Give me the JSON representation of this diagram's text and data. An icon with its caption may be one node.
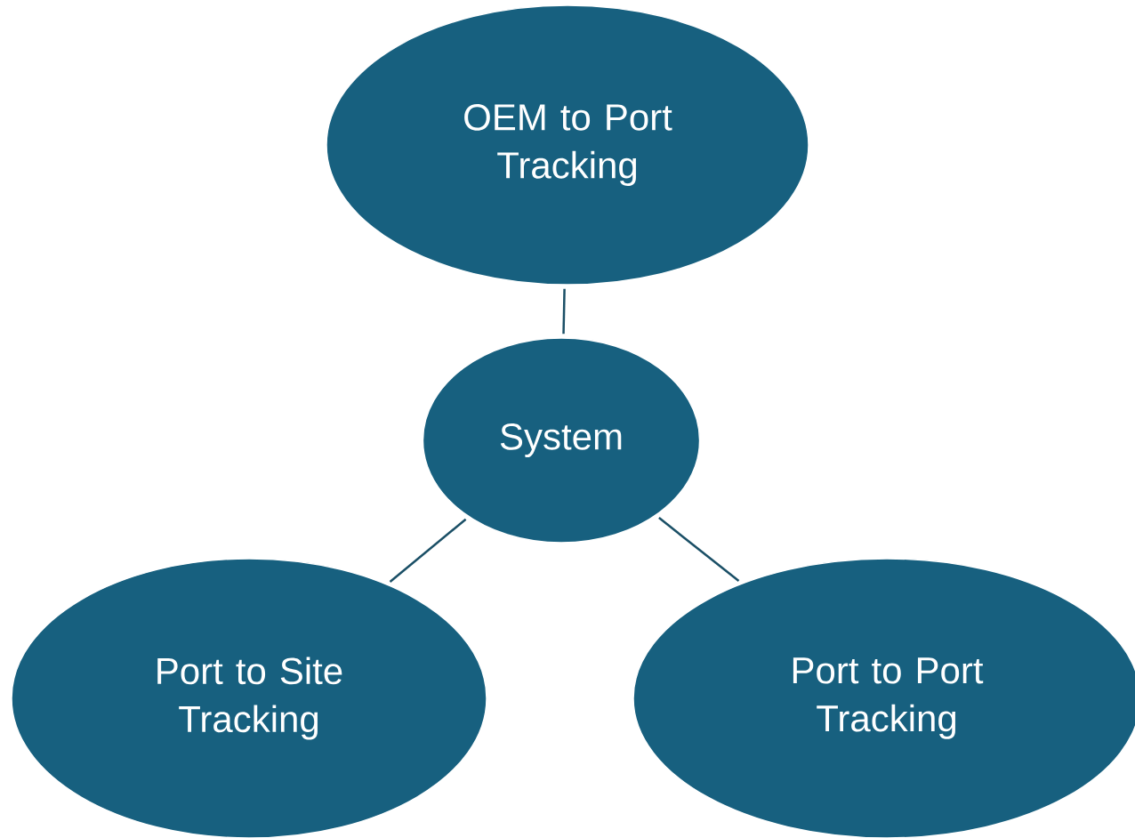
{
  "diagram": {
    "nodes": [
      {
        "text": [
          "OEM to Port Tracking"
        ]
      },
      {
        "text": [
          "System"
        ]
      },
      {
        "text": [
          "Port to Site Tracking"
        ]
      },
      {
        "text": [
          "Port to Port Tracking"
        ]
      }
    ],
    "edges": [
      {
        "from": 0,
        "to": 1,
        "arrow": "none"
      },
      {
        "from": 1,
        "to": 2,
        "arrow": "none"
      },
      {
        "from": 1,
        "to": 3,
        "arrow": "none"
      }
    ]
  }
}
